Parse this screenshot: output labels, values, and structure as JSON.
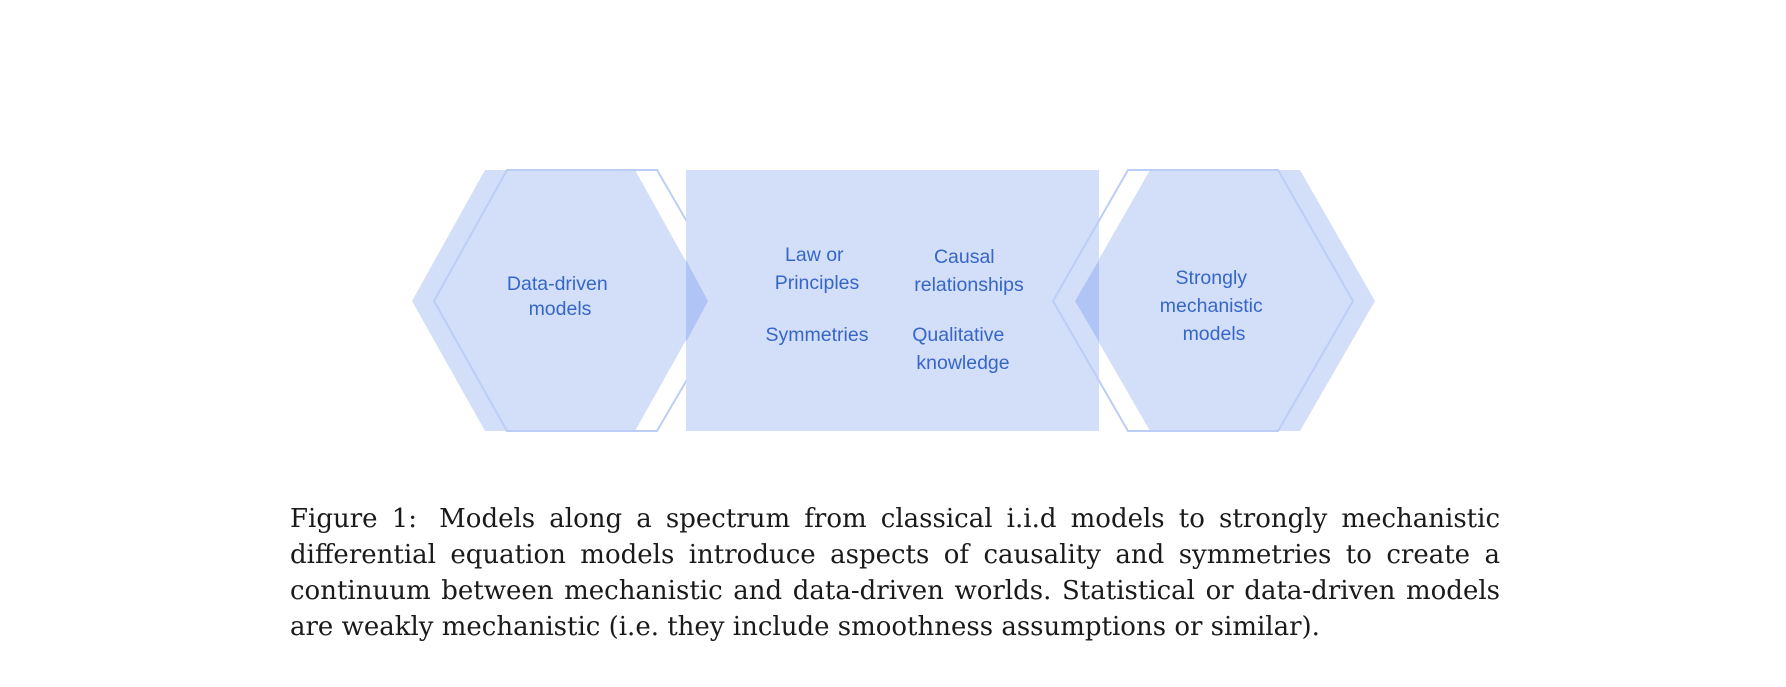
{
  "diagram": {
    "left_node": {
      "lines": [
        "Data-driven",
        "models"
      ]
    },
    "middle_box": {
      "items": [
        {
          "id": "law",
          "lines": [
            "Law or",
            "Principles"
          ]
        },
        {
          "id": "causal",
          "lines": [
            "Causal",
            "relationships"
          ]
        },
        {
          "id": "symmetries",
          "lines": [
            "Symmetries"
          ]
        },
        {
          "id": "qualitative",
          "lines": [
            "Qualitative",
            "knowledge"
          ]
        }
      ]
    },
    "right_node": {
      "lines": [
        "Strongly",
        "mechanistic",
        "models"
      ]
    },
    "colors": {
      "fill": "#d3dff9",
      "overlap": "#b0c4f6",
      "outline": "#b9cbf6",
      "text": "#3566c8"
    }
  },
  "caption": {
    "label": "Figure 1:",
    "text": "Models along a spectrum from classical i.i.d models to strongly mechanistic differential equation models introduce aspects of causality and symmetries to create a continuum between mechanistic and data-driven worlds. Statistical or data-driven models are weakly mechanistic (i.e. they include smoothness assumptions or similar)."
  }
}
